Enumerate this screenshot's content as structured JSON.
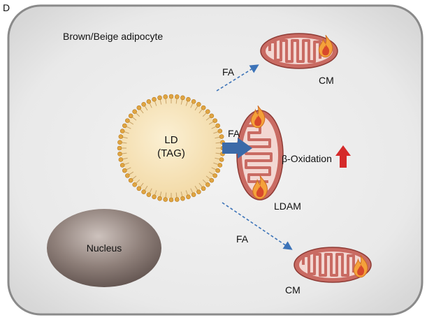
{
  "panel_letter": "D",
  "cell_label": "Brown/Beige adipocyte",
  "lipid_droplet": {
    "label_line1": "LD",
    "label_line2": "(TAG)"
  },
  "nucleus_label": "Nucleus",
  "fa_labels": {
    "to_top_cm": "FA",
    "to_ldam": "FA",
    "to_bottom_cm": "FA"
  },
  "cm_top_label": "CM",
  "cm_bottom_label": "CM",
  "ldam_label": "LDAM",
  "beta_oxidation_label": "β-Oxidation",
  "colors": {
    "cell_fill": "#ececec",
    "cell_border": "#8a8a8a",
    "droplet_fill": "#f7e3b8",
    "phospholipid_head": "#e0a542",
    "nucleus": "#8a7b75",
    "mito_outer": "#c96b63",
    "mito_inner": "#f3d7d2",
    "arrow_solid": "#3b6aa8",
    "arrow_dashed": "#3c73b8",
    "increase_arrow": "#d52a2a",
    "flame_outer": "#f4a13a",
    "flame_inner": "#d8482b"
  },
  "icons": [
    "fire-icon",
    "up-arrow-icon",
    "right-arrow-icon"
  ]
}
